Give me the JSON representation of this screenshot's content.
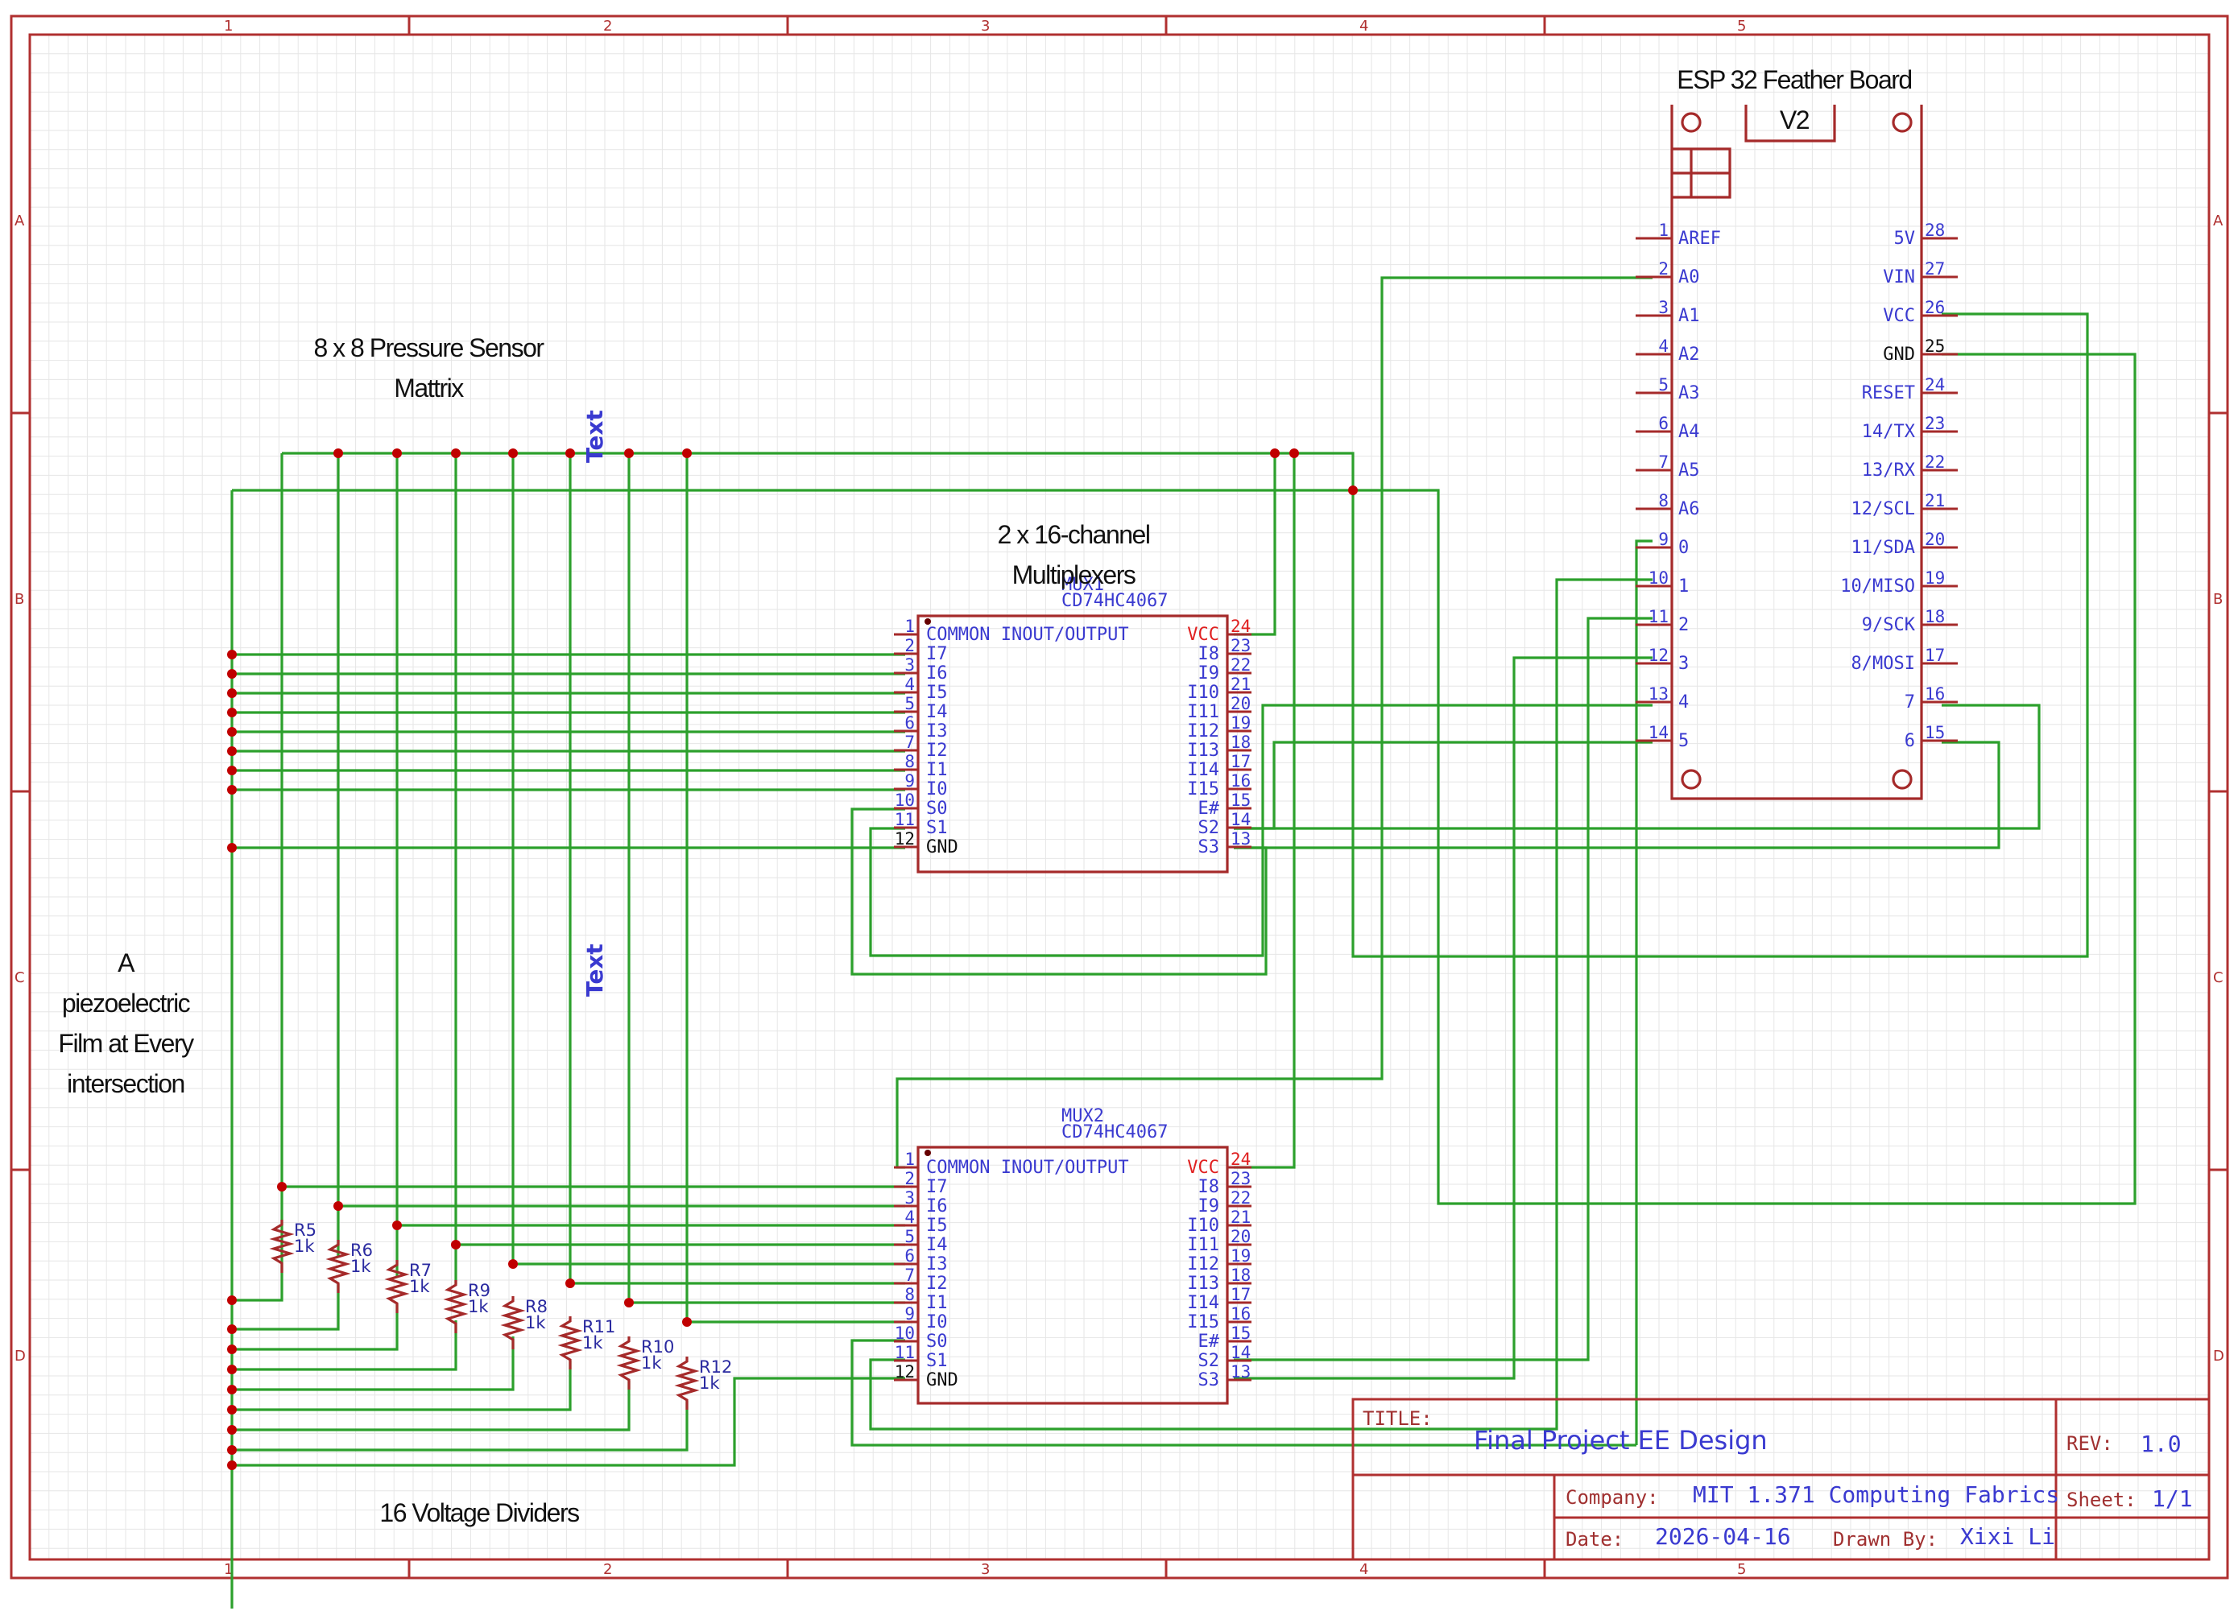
{
  "border": {
    "columns": [
      "1",
      "2",
      "3",
      "4",
      "5"
    ],
    "rows": [
      "A",
      "B",
      "C",
      "D"
    ]
  },
  "annotations": {
    "esp_title_1": "ESP 32 Feather Board",
    "esp_title_2": "V2",
    "matrix_1": "8 x 8  Pressure Sensor",
    "matrix_2": "Mattrix",
    "mux_note_1": "2 x 16-channel",
    "mux_note_2": "Multiplexers",
    "piezo_1": "A",
    "piezo_2": "piezoelectric",
    "piezo_3": "Film at Every",
    "piezo_4": "intersection",
    "dividers": "16  Voltage Dividers",
    "text_upper": "Text",
    "text_lower": "Text"
  },
  "mux1": {
    "name": "MUX1",
    "part": "CD74HC4067",
    "left_pins": [
      {
        "num": "1",
        "name": "COMMON INOUT/OUTPUT"
      },
      {
        "num": "2",
        "name": "I7"
      },
      {
        "num": "3",
        "name": "I6"
      },
      {
        "num": "4",
        "name": "I5"
      },
      {
        "num": "5",
        "name": "I4"
      },
      {
        "num": "6",
        "name": "I3"
      },
      {
        "num": "7",
        "name": "I2"
      },
      {
        "num": "8",
        "name": "I1"
      },
      {
        "num": "9",
        "name": "I0"
      },
      {
        "num": "10",
        "name": "S0"
      },
      {
        "num": "11",
        "name": "S1"
      },
      {
        "num": "12",
        "name": "GND"
      }
    ],
    "right_pins": [
      {
        "num": "24",
        "name": "VCC"
      },
      {
        "num": "23",
        "name": "I8"
      },
      {
        "num": "22",
        "name": "I9"
      },
      {
        "num": "21",
        "name": "I10"
      },
      {
        "num": "20",
        "name": "I11"
      },
      {
        "num": "19",
        "name": "I12"
      },
      {
        "num": "18",
        "name": "I13"
      },
      {
        "num": "17",
        "name": "I14"
      },
      {
        "num": "16",
        "name": "I15"
      },
      {
        "num": "15",
        "name": "E#"
      },
      {
        "num": "14",
        "name": "S2"
      },
      {
        "num": "13",
        "name": "S3"
      }
    ]
  },
  "mux2": {
    "name": "MUX2",
    "part": "CD74HC4067",
    "left_pins": [
      {
        "num": "1",
        "name": "COMMON INOUT/OUTPUT"
      },
      {
        "num": "2",
        "name": "I7"
      },
      {
        "num": "3",
        "name": "I6"
      },
      {
        "num": "4",
        "name": "I5"
      },
      {
        "num": "5",
        "name": "I4"
      },
      {
        "num": "6",
        "name": "I3"
      },
      {
        "num": "7",
        "name": "I2"
      },
      {
        "num": "8",
        "name": "I1"
      },
      {
        "num": "9",
        "name": "I0"
      },
      {
        "num": "10",
        "name": "S0"
      },
      {
        "num": "11",
        "name": "S1"
      },
      {
        "num": "12",
        "name": "GND"
      }
    ],
    "right_pins": [
      {
        "num": "24",
        "name": "VCC"
      },
      {
        "num": "23",
        "name": "I8"
      },
      {
        "num": "22",
        "name": "I9"
      },
      {
        "num": "21",
        "name": "I10"
      },
      {
        "num": "20",
        "name": "I11"
      },
      {
        "num": "19",
        "name": "I12"
      },
      {
        "num": "18",
        "name": "I13"
      },
      {
        "num": "17",
        "name": "I14"
      },
      {
        "num": "16",
        "name": "I15"
      },
      {
        "num": "15",
        "name": "E#"
      },
      {
        "num": "14",
        "name": "S2"
      },
      {
        "num": "13",
        "name": "S3"
      }
    ]
  },
  "esp32": {
    "left_pins": [
      {
        "num": "1",
        "name": "AREF"
      },
      {
        "num": "2",
        "name": "A0"
      },
      {
        "num": "3",
        "name": "A1"
      },
      {
        "num": "4",
        "name": "A2"
      },
      {
        "num": "5",
        "name": "A3"
      },
      {
        "num": "6",
        "name": "A4"
      },
      {
        "num": "7",
        "name": "A5"
      },
      {
        "num": "8",
        "name": "A6"
      },
      {
        "num": "9",
        "name": "0"
      },
      {
        "num": "10",
        "name": "1"
      },
      {
        "num": "11",
        "name": "2"
      },
      {
        "num": "12",
        "name": "3"
      },
      {
        "num": "13",
        "name": "4"
      },
      {
        "num": "14",
        "name": "5"
      }
    ],
    "right_pins": [
      {
        "num": "28",
        "name": "5V"
      },
      {
        "num": "27",
        "name": "VIN"
      },
      {
        "num": "26",
        "name": "VCC"
      },
      {
        "num": "25",
        "name": "GND"
      },
      {
        "num": "24",
        "name": "RESET"
      },
      {
        "num": "23",
        "name": "14/TX"
      },
      {
        "num": "22",
        "name": "13/RX"
      },
      {
        "num": "21",
        "name": "12/SCL"
      },
      {
        "num": "20",
        "name": "11/SDA"
      },
      {
        "num": "19",
        "name": "10/MISO"
      },
      {
        "num": "18",
        "name": "9/SCK"
      },
      {
        "num": "17",
        "name": "8/MOSI"
      },
      {
        "num": "16",
        "name": "7"
      },
      {
        "num": "15",
        "name": "6"
      }
    ]
  },
  "resistors": [
    {
      "ref": "R5",
      "value": "1k"
    },
    {
      "ref": "R6",
      "value": "1k"
    },
    {
      "ref": "R7",
      "value": "1k"
    },
    {
      "ref": "R9",
      "value": "1k"
    },
    {
      "ref": "R8",
      "value": "1k"
    },
    {
      "ref": "R11",
      "value": "1k"
    },
    {
      "ref": "R10",
      "value": "1k"
    },
    {
      "ref": "R12",
      "value": "1k"
    }
  ],
  "title_block": {
    "title_label": "TITLE:",
    "title": "Final Project EE Design",
    "rev_label": "REV:",
    "rev": "1.0",
    "company_label": "Company:",
    "company": "MIT 1.371 Computing Fabrics",
    "sheet_label": "Sheet:",
    "sheet": "1/1",
    "date_label": "Date:",
    "date": "2026-04-16",
    "drawn_by_label": "Drawn By:",
    "drawn_by": "Xixi Li"
  }
}
